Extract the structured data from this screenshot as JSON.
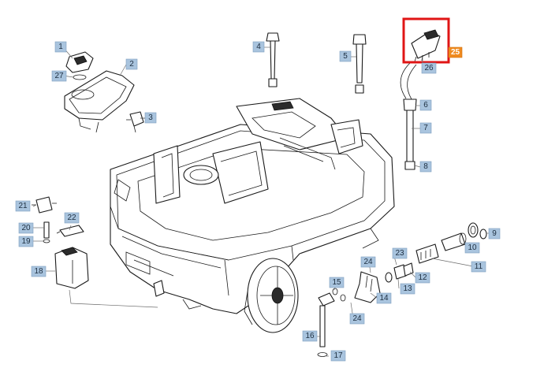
{
  "diagram": {
    "highlight_color": "#e01515",
    "label_color": "#a9c4de",
    "highlight_label_color": "#ef8a1f",
    "callouts": [
      {
        "id": "1",
        "text": "1"
      },
      {
        "id": "2",
        "text": "2"
      },
      {
        "id": "3",
        "text": "3"
      },
      {
        "id": "4",
        "text": "4"
      },
      {
        "id": "5",
        "text": "5"
      },
      {
        "id": "6",
        "text": "6"
      },
      {
        "id": "7",
        "text": "7"
      },
      {
        "id": "8",
        "text": "8"
      },
      {
        "id": "9",
        "text": "9"
      },
      {
        "id": "10",
        "text": "10"
      },
      {
        "id": "11",
        "text": "11"
      },
      {
        "id": "12",
        "text": "12"
      },
      {
        "id": "13",
        "text": "13"
      },
      {
        "id": "14",
        "text": "14"
      },
      {
        "id": "15",
        "text": "15"
      },
      {
        "id": "16",
        "text": "16"
      },
      {
        "id": "17",
        "text": "17"
      },
      {
        "id": "18",
        "text": "18"
      },
      {
        "id": "19",
        "text": "19"
      },
      {
        "id": "20",
        "text": "20"
      },
      {
        "id": "21",
        "text": "21"
      },
      {
        "id": "22",
        "text": "22"
      },
      {
        "id": "23",
        "text": "23"
      },
      {
        "id": "24a",
        "text": "24"
      },
      {
        "id": "24b",
        "text": "24"
      },
      {
        "id": "25",
        "text": "25",
        "highlighted": true
      },
      {
        "id": "26",
        "text": "26"
      },
      {
        "id": "27",
        "text": "27"
      }
    ]
  }
}
